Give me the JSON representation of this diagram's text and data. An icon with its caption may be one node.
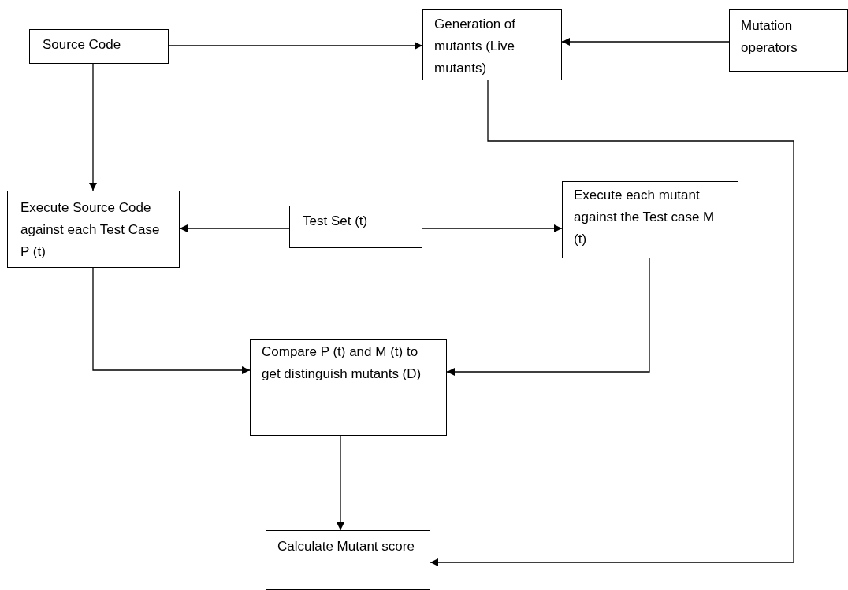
{
  "diagram": {
    "nodes": [
      {
        "text": [
          "Source Code"
        ]
      },
      {
        "text": [
          "Generation of mutants (Live mutants)"
        ]
      },
      {
        "text": [
          "Mutation operators"
        ]
      },
      {
        "text": [
          "Execute Source Code against each Test Case P (t)"
        ]
      },
      {
        "text": [
          "Test Set (t)"
        ]
      },
      {
        "text": [
          "Execute each mutant against the Test case M (t)"
        ]
      },
      {
        "text": [
          "Compare P (t) and M (t) to get distinguish mutants (D)"
        ]
      },
      {
        "text": [
          "Calculate Mutant score"
        ]
      }
    ],
    "edges": [
      {
        "from": 0,
        "to": 1,
        "arrow": "to"
      },
      {
        "from": 2,
        "to": 1,
        "arrow": "to"
      },
      {
        "from": 0,
        "to": 3,
        "arrow": "to"
      },
      {
        "from": 4,
        "to": 3,
        "arrow": "to"
      },
      {
        "from": 4,
        "to": 5,
        "arrow": "to"
      },
      {
        "from": 3,
        "to": 6,
        "arrow": "to"
      },
      {
        "from": 5,
        "to": 6,
        "arrow": "to"
      },
      {
        "from": 6,
        "to": 7,
        "arrow": "to"
      },
      {
        "from": 1,
        "to": 7,
        "arrow": "to"
      }
    ]
  }
}
